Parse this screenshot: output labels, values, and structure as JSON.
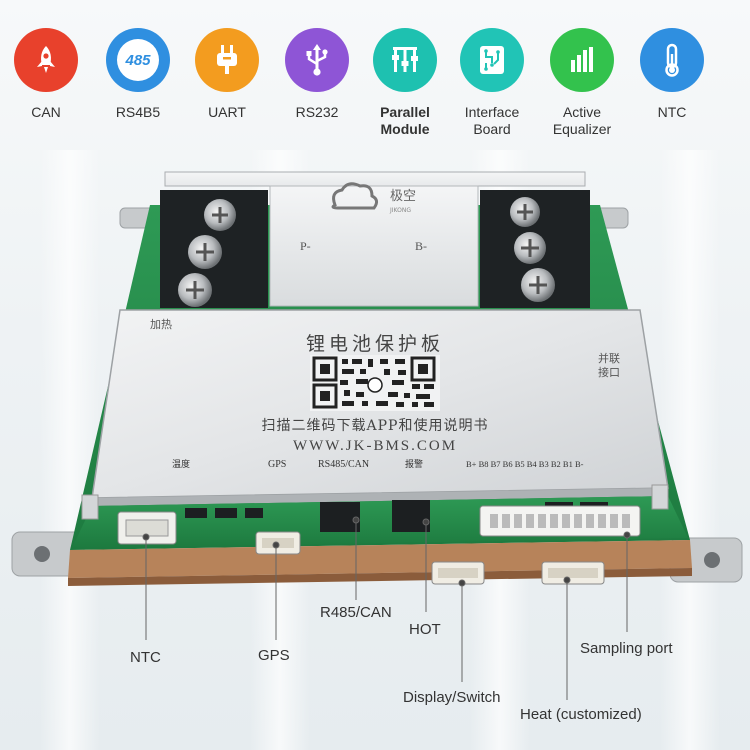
{
  "features": [
    {
      "label": "CAN",
      "color": "#e8412c",
      "icon": "rocket-icon"
    },
    {
      "label": "RS4B5",
      "color": "#2f8fe0",
      "icon": "485-badge-icon",
      "badge": "485"
    },
    {
      "label": "UART",
      "color": "#f39c1f",
      "icon": "plug-icon"
    },
    {
      "label": "RS232",
      "color": "#8e55d6",
      "icon": "usb-icon"
    },
    {
      "label": "Parallel\nModule",
      "color": "#1ec1b0",
      "icon": "parallel-module-icon"
    },
    {
      "label": "Interface\nBoard",
      "color": "#21c4b6",
      "icon": "circuit-board-icon"
    },
    {
      "label": "Active\nEqualizer",
      "color": "#33c24d",
      "icon": "bar-levels-icon"
    },
    {
      "label": "NTC",
      "color": "#2f8fe0",
      "icon": "thermometer-icon"
    }
  ],
  "board": {
    "brand_cn": "极空",
    "brand_en": "JIKONG",
    "terminal_p": "P-",
    "terminal_b": "B-",
    "heat_label": "加热",
    "title_cn": "锂电池保护板",
    "parallel_cn_1": "并联",
    "parallel_cn_2": "接口",
    "scan_cn": "扫描二维码下载APP和使用说明书",
    "website": "WWW.JK-BMS.COM",
    "port_temp": "温度",
    "port_gps": "GPS",
    "port_rs485": "RS485/CAN",
    "port_alarm": "报警",
    "port_cells": "B+  B8  B7  B6  B5  B4  B3  B2  B1  B-"
  },
  "callouts": {
    "ntc": "NTC",
    "gps": "GPS",
    "r485": "R485/CAN",
    "hot": "HOT",
    "display": "Display/Switch",
    "heat": "Heat (customized)",
    "sampling": "Sampling port"
  }
}
